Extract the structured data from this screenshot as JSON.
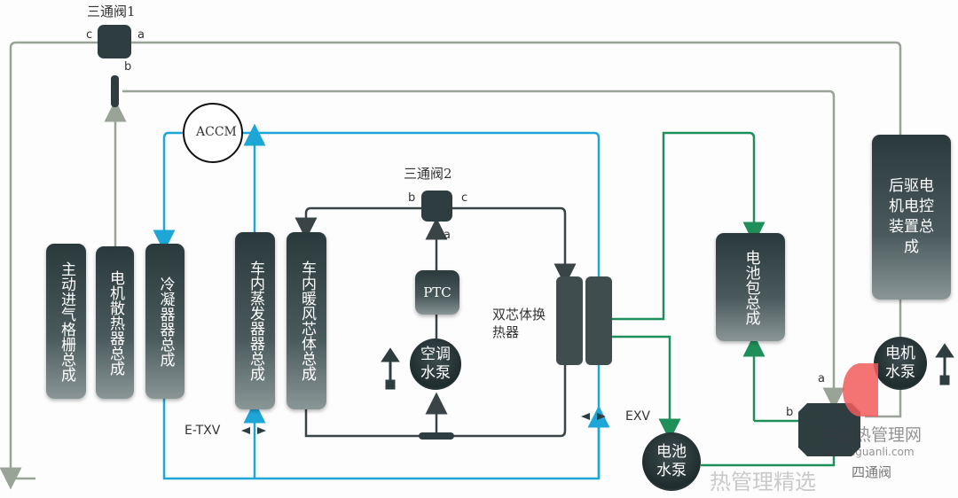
{
  "valves": {
    "v1": "三通阀1",
    "v2": "三通阀2",
    "v4": "四通阀",
    "ports": {
      "a": "a",
      "b": "b",
      "c": "c"
    }
  },
  "components": {
    "grille": "主动进气格栅总成",
    "motor_radiator": "电机散热器总成",
    "condenser": "冷凝器器总成",
    "evaporator": "车内蒸发器器总成",
    "heater_core": "车内暖风芯体总成",
    "ptc": "PTC",
    "ac_pump": "空调水泵",
    "chiller": "双芯体换热器",
    "battery_pack": "电池包总成",
    "battery_pump": "电池水泵",
    "rear_drive": "后驱电机电控装置总成",
    "motor_pump": "电机水泵",
    "accm": "ACCM",
    "etxv": "E-TXV",
    "exv": "EXV"
  },
  "colors": {
    "refrigerant": "#1ea6d6",
    "battery_coolant": "#1f8f5a",
    "motor_coolant": "#9aa398",
    "heating_coolant": "#3a4446"
  },
  "watermark": {
    "site": "中国热管理网",
    "url": "www.reguanli.com",
    "wechat": "热管理精选"
  }
}
